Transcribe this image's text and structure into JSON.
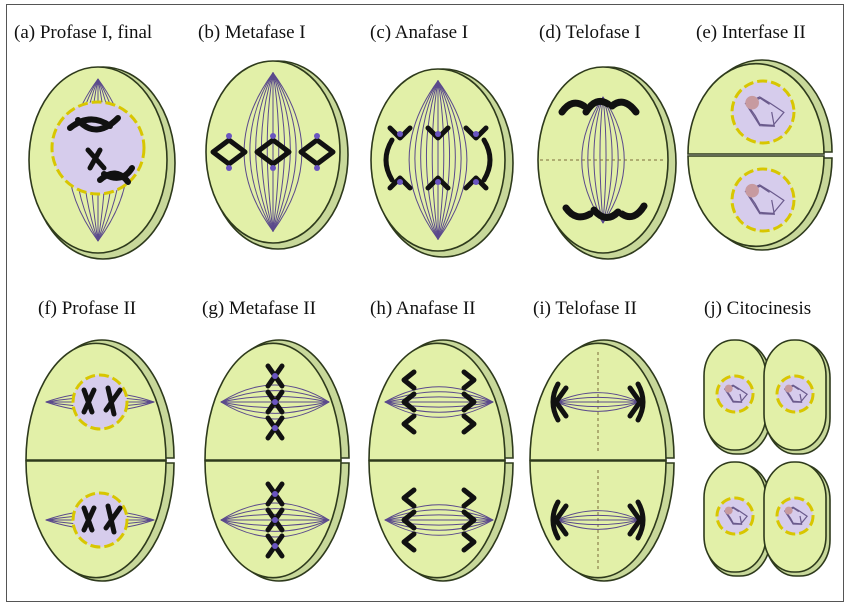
{
  "panels": [
    {
      "id": "a",
      "label": "(a) Profase I, final"
    },
    {
      "id": "b",
      "label": "(b) Metafase I"
    },
    {
      "id": "c",
      "label": "(c) Anafase I"
    },
    {
      "id": "d",
      "label": "(d) Telofase I"
    },
    {
      "id": "e",
      "label": "(e) Interfase II"
    },
    {
      "id": "f",
      "label": "(f) Profase II"
    },
    {
      "id": "g",
      "label": "(g) Metafase II"
    },
    {
      "id": "h",
      "label": "(h) Anafase II"
    },
    {
      "id": "i",
      "label": "(i) Telofase II"
    },
    {
      "id": "j",
      "label": "(j) Citocinesis"
    }
  ],
  "colors": {
    "cytoplasm": "#e2f0a8",
    "cell_edge": "#2e3a1c",
    "cell_rim": "#c8d89a",
    "chromosome": "#111111",
    "nucleus": "#d6ccec",
    "nuclear_envelope": "#d8c600",
    "spindle": "#5b4a8c",
    "centromere": "#6a55c0"
  }
}
